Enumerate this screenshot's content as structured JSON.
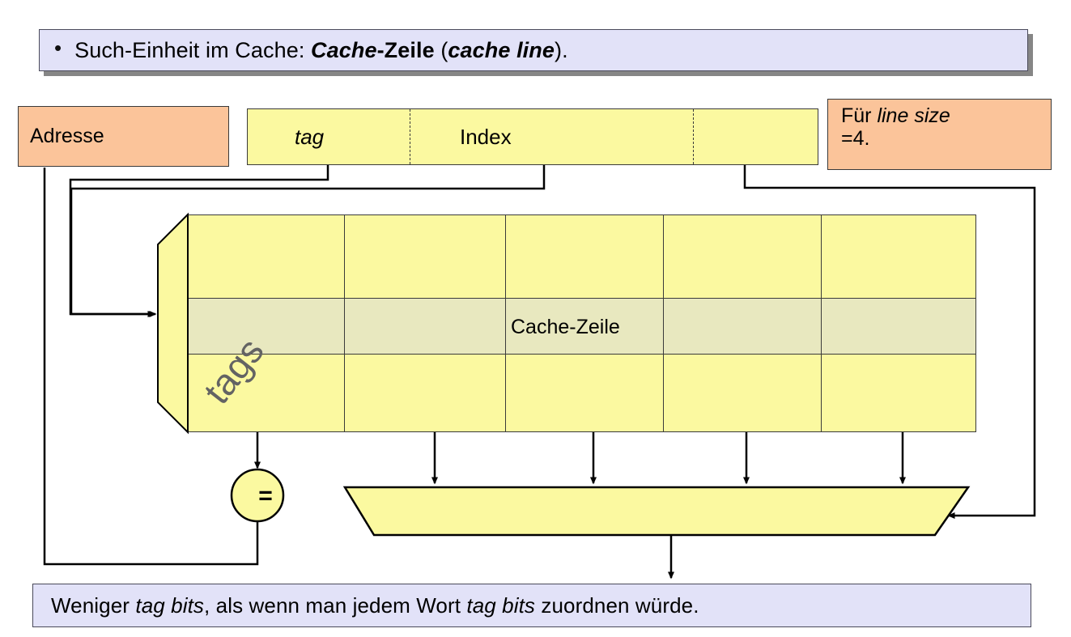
{
  "slide": {
    "top_callout": {
      "bullet": "•",
      "text_parts": [
        {
          "t": "Such-Einheit im Cache: ",
          "style": "normal"
        },
        {
          "t": "Cache",
          "style": "bold-italic"
        },
        {
          "t": "-Zeile",
          "style": "bold"
        },
        {
          "t": " (",
          "style": "normal"
        },
        {
          "t": "cache line",
          "style": "bold-italic"
        },
        {
          "t": ").",
          "style": "normal"
        }
      ],
      "plain": "Such-Einheit im Cache: Cache-Zeile (cache line)."
    },
    "bottom_callout": {
      "plain": "Weniger tag bits, als wenn man jedem Wort tag bits zuordnen würde.",
      "text_parts": [
        {
          "t": "Weniger ",
          "style": "normal"
        },
        {
          "t": "tag bits",
          "style": "italic"
        },
        {
          "t": ", als wenn man jedem Wort ",
          "style": "normal"
        },
        {
          "t": "tag bits",
          "style": "italic"
        },
        {
          "t": " zuordnen würde.",
          "style": "normal"
        }
      ]
    }
  },
  "labels": {
    "adresse": "Adresse",
    "line_size_line1_prefix": "Für ",
    "line_size_line1_italic": "line size",
    "line_size_line2": "=4.",
    "line_size_plain": "Für line size =4."
  },
  "address_bar": {
    "fields": [
      {
        "name": "tag",
        "label": "tag",
        "style": "italic"
      },
      {
        "name": "index",
        "label": "Index",
        "style": "normal"
      },
      {
        "name": "offset",
        "label": "",
        "style": "normal"
      }
    ]
  },
  "cache_array": {
    "tags_column_label": "tags",
    "highlighted_row_label": "Cache-Zeile",
    "rows": 3,
    "data_columns": 4,
    "highlighted_row_index": 1
  },
  "comparator": {
    "symbol": "="
  },
  "colors": {
    "callout_fill": "#e2e2f8",
    "callout_border": "#4a4a5a",
    "peach_fill": "#fbc49a",
    "yellow_fill": "#fbf9a0",
    "highlight_fill": "#e8e8bf",
    "line": "#000000",
    "tags_text": "#636363",
    "shadow": "#808080"
  }
}
